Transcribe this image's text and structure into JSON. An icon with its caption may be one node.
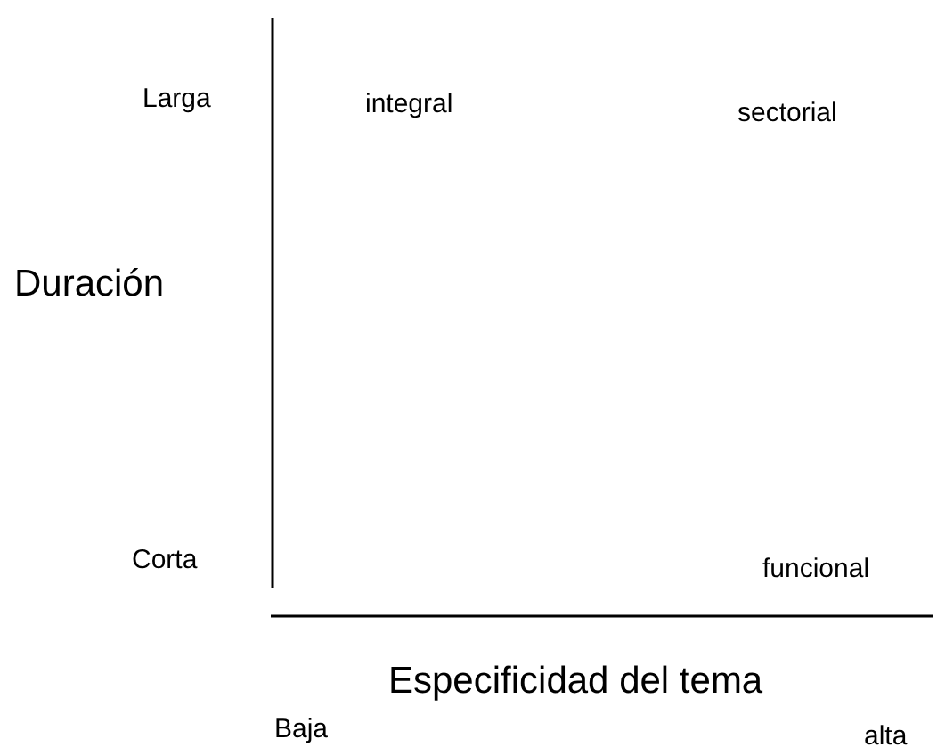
{
  "diagram": {
    "labels": [
      "Larga",
      "integral",
      "sectorial",
      "Duración",
      "Corta",
      "funcional",
      "Especificidad del tema",
      "Baja",
      "alta"
    ]
  }
}
